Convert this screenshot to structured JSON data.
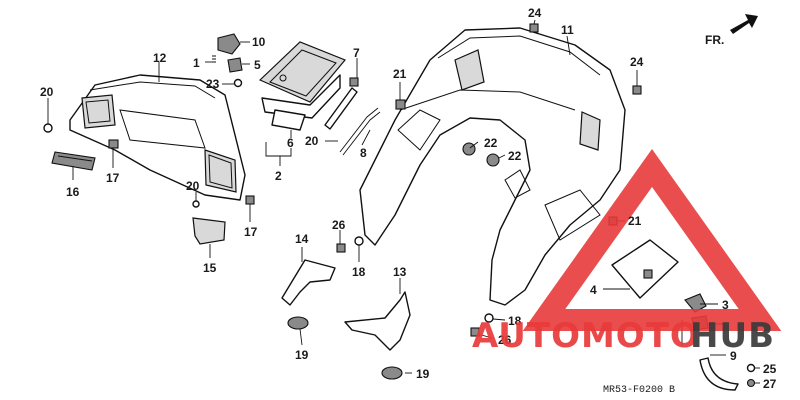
{
  "diagram": {
    "direction_label": "FR.",
    "drawing_code": "MR53-F0200 B",
    "callouts": [
      "1",
      "2",
      "3",
      "4",
      "5",
      "6",
      "7",
      "8",
      "9",
      "10",
      "11",
      "12",
      "13",
      "14",
      "15",
      "16",
      "17",
      "18",
      "19",
      "20",
      "21",
      "22",
      "23",
      "24",
      "25",
      "26",
      "27"
    ]
  },
  "watermark": {
    "text_red": "AUTOMOTO",
    "text_dark": "HUB",
    "color_red": "#e83a3a",
    "color_dark": "#3a3a3a",
    "triangle_color": "#e83a3a"
  }
}
